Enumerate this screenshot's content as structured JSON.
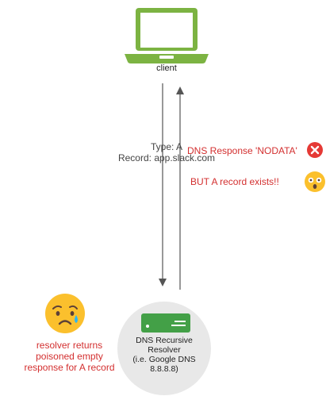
{
  "client": {
    "label": "client"
  },
  "query": {
    "type_line": "Type: A",
    "record_line": "Record: app.slack.com"
  },
  "response": {
    "status": "DNS Response 'NODATA'",
    "note": "BUT A record exists!!"
  },
  "resolver": {
    "lines": [
      "DNS Recursive",
      "Resolver",
      "(i.e. Google DNS",
      "8.8.8.8)"
    ]
  },
  "victim_note": {
    "lines": [
      "resolver returns",
      "poisoned empty",
      "response for A record"
    ]
  },
  "colors": {
    "laptop": "#7cb342",
    "server": "#43a047",
    "error": "#d32f2f",
    "x_badge": "#e53935",
    "emoji": "#fbc02d",
    "circle": "#e8e8e8"
  },
  "icons": {
    "client": "laptop-icon",
    "resolver": "server-icon",
    "error": "x-circle-icon",
    "shock": "shocked-emoji-icon",
    "sad": "crying-emoji-icon"
  }
}
